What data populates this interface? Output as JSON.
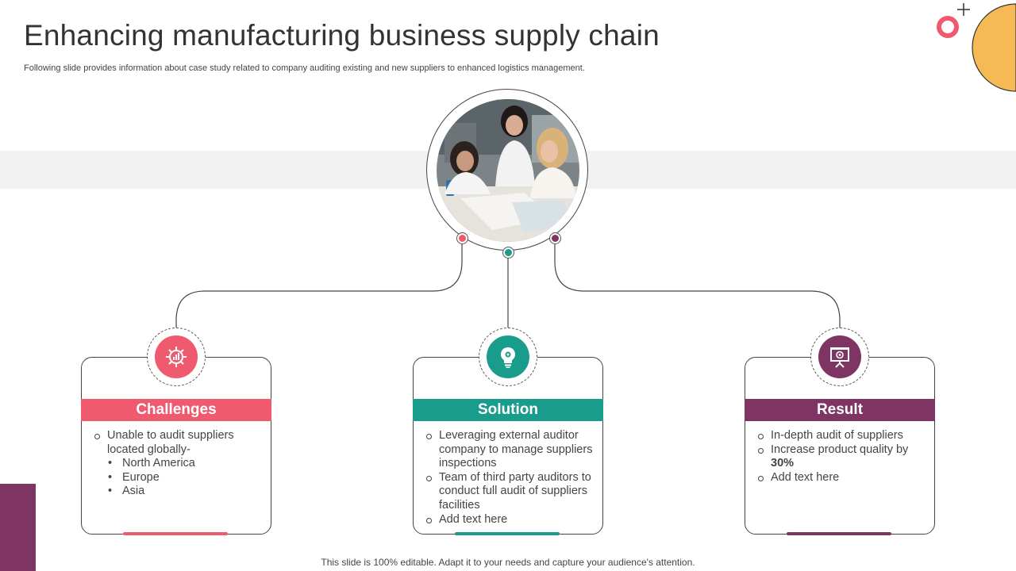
{
  "title": "Enhancing manufacturing business supply chain",
  "subtitle": "Following slide provides information about case study related to company auditing existing and new suppliers to enhanced logistics management.",
  "footer": "This slide is 100% editable. Adapt it to your needs and capture your audience's attention.",
  "colors": {
    "pink": "#f05a6e",
    "teal": "#1a9c8c",
    "purple": "#7e3563",
    "orange": "#f5b955",
    "band": "#f2f2f2"
  },
  "cards": {
    "challenges": {
      "title": "Challenges",
      "icon": "growth-chart-icon",
      "items": [
        "Unable to audit suppliers located globally-"
      ],
      "subitems": [
        "North America",
        "Europe",
        "Asia"
      ]
    },
    "solution": {
      "title": "Solution",
      "icon": "lightbulb-gear-icon",
      "items": [
        "Leveraging external auditor company to manage suppliers inspections",
        "Team of third party auditors to conduct full audit of suppliers facilities",
        "Add text here"
      ]
    },
    "result": {
      "title": "Result",
      "icon": "presentation-board-icon",
      "items": [
        "In-depth audit of suppliers",
        "Add text here"
      ],
      "quality_text": "Increase product quality by ",
      "quality_value": "30%"
    }
  }
}
